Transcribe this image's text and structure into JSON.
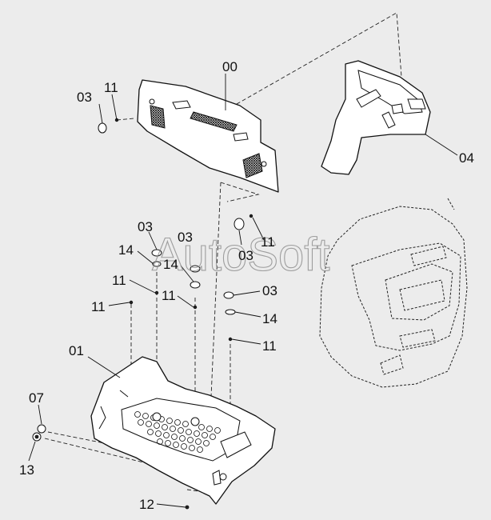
{
  "diagram": {
    "watermark": "AutoSoft",
    "callouts": {
      "c00": "00",
      "c01": "01",
      "c03a": "03",
      "c03b": "03",
      "c03c": "03",
      "c03d": "03",
      "c03e": "03",
      "c04": "04",
      "c07": "07",
      "c11a": "11",
      "c11b": "11",
      "c11c": "11",
      "c11d": "11",
      "c11e": "11",
      "c11f": "11",
      "c12": "12",
      "c13": "13",
      "c14a": "14",
      "c14b": "14",
      "c14c": "14"
    }
  }
}
